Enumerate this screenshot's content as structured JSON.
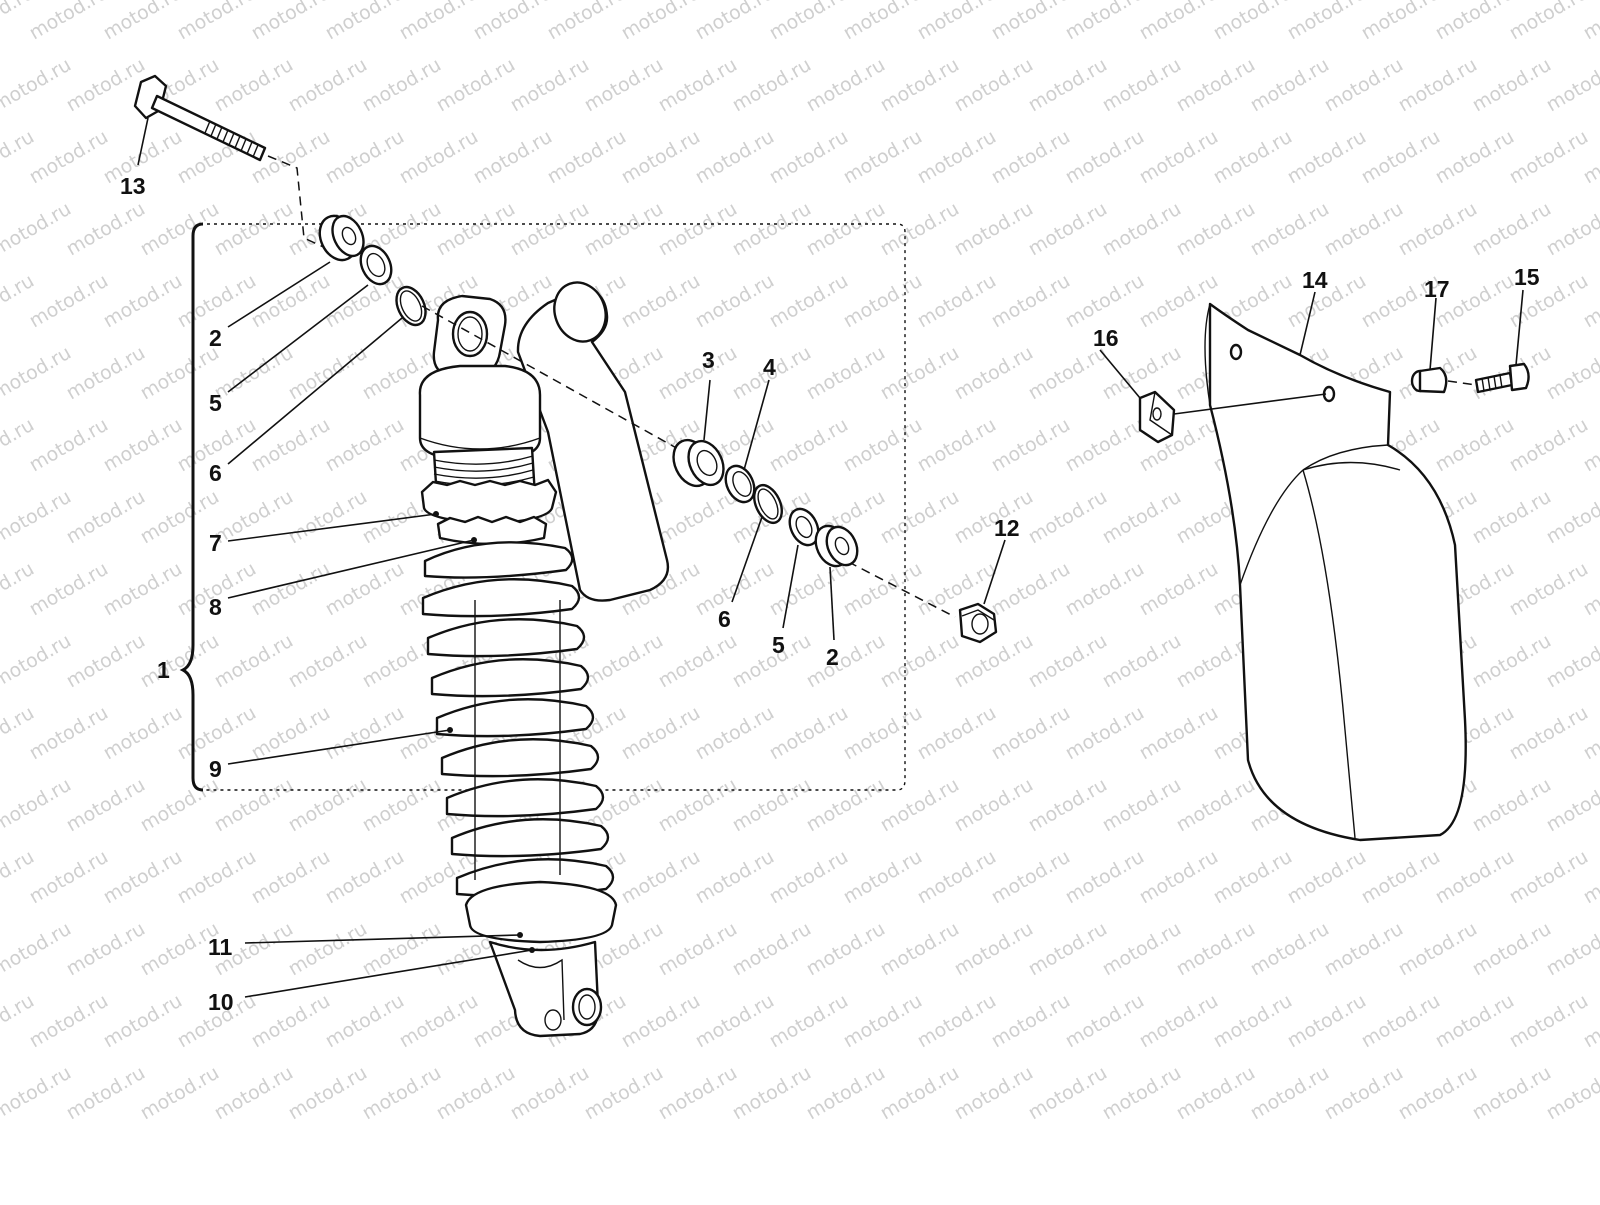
{
  "watermark": "motod.ru",
  "colors": {
    "line": "#111111",
    "watermark": "#cfcfcf",
    "background": "#ffffff"
  },
  "callouts": {
    "c1": "1",
    "c2a": "2",
    "c2b": "2",
    "c3": "3",
    "c4": "4",
    "c5a": "5",
    "c5b": "5",
    "c6a": "6",
    "c6b": "6",
    "c7": "7",
    "c8": "8",
    "c9": "9",
    "c10": "10",
    "c11": "11",
    "c12": "12",
    "c13": "13",
    "c14": "14",
    "c15": "15",
    "c16": "16",
    "c17": "17"
  }
}
